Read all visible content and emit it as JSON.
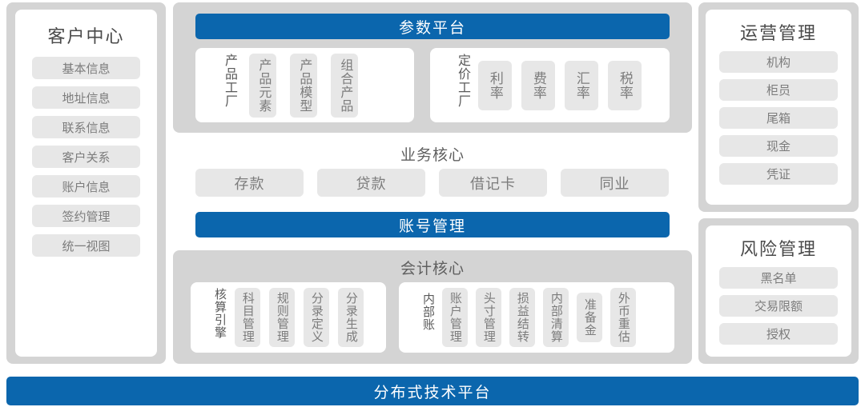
{
  "colors": {
    "accent_blue": "#0b66ad",
    "panel_gray": "#d4d4d4",
    "chip_gray": "#e7e7e7",
    "card_white": "#ffffff",
    "text_gray": "#7c7c7c"
  },
  "left_panel": {
    "title": "客户中心",
    "items": [
      {
        "label": "基本信息"
      },
      {
        "label": "地址信息"
      },
      {
        "label": "联系信息"
      },
      {
        "label": "客户关系"
      },
      {
        "label": "账户信息"
      },
      {
        "label": "签约管理"
      },
      {
        "label": "统一视图"
      }
    ]
  },
  "params_platform": {
    "header": "参数平台",
    "product_factory": {
      "anchor": "产品工厂",
      "items": [
        {
          "label": "产品元素"
        },
        {
          "label": "产品模型"
        },
        {
          "label": "组合产品"
        }
      ]
    },
    "pricing_factory": {
      "anchor": "定价工厂",
      "items": [
        {
          "label": "利率"
        },
        {
          "label": "费率"
        },
        {
          "label": "汇率"
        },
        {
          "label": "税率"
        }
      ]
    }
  },
  "business_core": {
    "title": "业务核心",
    "items": [
      {
        "label": "存款"
      },
      {
        "label": "贷款"
      },
      {
        "label": "借记卡"
      },
      {
        "label": "同业"
      }
    ],
    "account_bar": "账号管理"
  },
  "accounting_core": {
    "title": "会计核心",
    "engine_group": {
      "anchor": "核算引擎",
      "items": [
        {
          "label": "科目管理"
        },
        {
          "label": "规则管理"
        },
        {
          "label": "分录定义"
        },
        {
          "label": "分录生成"
        }
      ]
    },
    "internal_group": {
      "anchor": "内部账",
      "items": [
        {
          "label": "账户管理"
        },
        {
          "label": "头寸管理"
        },
        {
          "label": "损益结转"
        },
        {
          "label": "内部清算"
        },
        {
          "label": "准备金"
        },
        {
          "label": "外币重估"
        }
      ]
    }
  },
  "operations_panel": {
    "title": "运营管理",
    "items": [
      {
        "label": "机构"
      },
      {
        "label": "柜员"
      },
      {
        "label": "尾箱"
      },
      {
        "label": "现金"
      },
      {
        "label": "凭证"
      }
    ]
  },
  "risk_panel": {
    "title": "风险管理",
    "items": [
      {
        "label": "黑名单"
      },
      {
        "label": "交易限额"
      },
      {
        "label": "授权"
      }
    ]
  },
  "bottom_bar": {
    "label": "分布式技术平台"
  }
}
